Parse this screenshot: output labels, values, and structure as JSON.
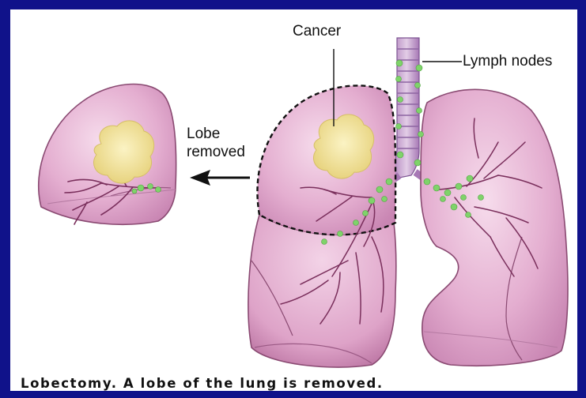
{
  "labels": {
    "cancer": "Cancer",
    "lymph_nodes": "Lymph nodes",
    "lobe_removed_line1": "Lobe",
    "lobe_removed_line2": "removed"
  },
  "caption": "Lobectomy. A lobe of the lung is removed.",
  "colors": {
    "background": "#10128a",
    "panel": "#ffffff",
    "lung_tissue": "#e7b4d5",
    "lung_edge": "#8a4a72",
    "vessels": "#7a2f5c",
    "tumor": "#efe08e",
    "lymph_node": "#7fd36a"
  }
}
